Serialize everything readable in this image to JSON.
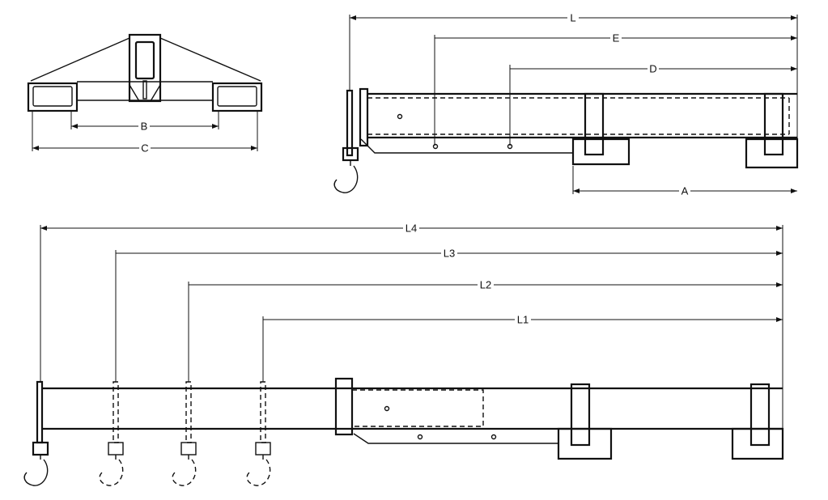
{
  "diagram": {
    "front_view": {
      "dim_labels": {
        "inner_width": "B",
        "outer_width": "C"
      }
    },
    "side_view": {
      "dim_labels": {
        "overall": "L",
        "hook_pos_e": "E",
        "hook_pos_d": "D",
        "fork_span": "A"
      }
    },
    "extended_view": {
      "dim_labels": {
        "l4": "L4",
        "l3": "L3",
        "l2": "L2",
        "l1": "L1"
      }
    },
    "line_color": "#111111"
  }
}
